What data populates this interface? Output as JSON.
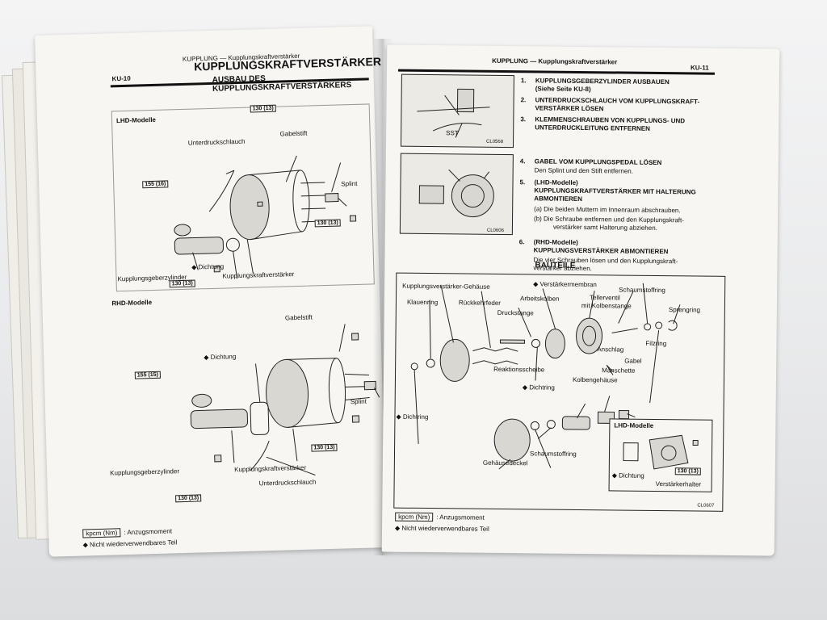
{
  "left_page": {
    "page_number": "KU-10",
    "section": "KUPPLUNG — Kupplungskraftverstärker",
    "title": "KUPPLUNGSKRAFTVERSTÄRKER",
    "subtitle": "AUSBAU DES KUPPLUNGSKRAFTVERSTÄRKERS",
    "lhd_heading": "LHD-Modelle",
    "rhd_heading": "RHD-Modelle",
    "lhd_labels": {
      "unterdruckschlauch": "Unterdruckschlauch",
      "gabelstift": "Gabelstift",
      "splint": "Splint",
      "kupplungskraftverstaerker": "Kupplungskraftverstärker",
      "kupplungsgeberzylinder": "Kupplungsgeberzylinder",
      "dichtung": "◆ Dichtung",
      "torque_130_top": "130 (13)",
      "torque_155": "155 (16)",
      "torque_130_right": "130 (13)",
      "torque_130_bottom": "130 (13)"
    },
    "rhd_labels": {
      "gabelstift": "Gabelstift",
      "dichtung": "◆ Dichtung",
      "splint": "Splint",
      "kupplungsgeberzylinder": "Kupplungsgeberzylinder",
      "kupplungskraftverstaerker": "Kupplungskraftverstärker",
      "unterdruckschlauch": "Unterdruckschlauch",
      "torque_155": "155 (15)",
      "torque_130_right": "130 (13)",
      "torque_130_bottom": "130 (13)"
    },
    "legend_box": "kpcm (Nm)",
    "legend_torque": ": Anzugsmoment",
    "legend_part": "◆  Nicht wiederverwendbares Teil"
  },
  "right_page": {
    "page_number": "KU-11",
    "section": "KUPPLUNG — Kupplungskraftverstärker",
    "sst_label": "SST",
    "code_1": "CL0568",
    "code_2": "CL0606",
    "steps": [
      {
        "num": "1.",
        "title": "KUPPLUNGSGEBERZYLINDER AUSBAUEN",
        "note": "(Siehe Seite KU-8)"
      },
      {
        "num": "2.",
        "title": "UNTERDRUCKSCHLAUCH VOM KUPPLUNGSKRAFT-",
        "title2": "VERSTÄRKER LÖSEN"
      },
      {
        "num": "3.",
        "title": "KLEMMENSCHRAUBEN VON KUPPLUNGS- UND",
        "title2": "UNTERDRUCKLEITUNG ENTFERNEN"
      },
      {
        "num": "4.",
        "title": "GABEL VOM KUPPLUNGSPEDAL LÖSEN",
        "body": "Den Splint und den Stift entfernen."
      },
      {
        "num": "5.",
        "title": "(LHD-Modelle)",
        "title2": "KUPPLUNGSKRAFTVERSTÄRKER MIT HALTERUNG",
        "title3": "ABMONTIEREN",
        "a": "(a)   Die beiden Muttern im Innenraum abschrauben.",
        "b": "(b)   Die Schraube entfernen und den Kupplungskraft-",
        "b2": "verstärker samt Halterung abziehen."
      },
      {
        "num": "6.",
        "title": "(RHD-Modelle)",
        "title2": "KUPPLUNGSVERSTÄRKER ABMONTIEREN",
        "body": "Die vier Schrauben lösen und den Kupplungskraft-",
        "body2": "verstärker abziehen."
      }
    ],
    "bauteile_heading": "BAUTEILE",
    "parts": {
      "gehaeuse": "Kupplungsverstärker-Gehäuse",
      "verstaerkermembran": "◆ Verstärkermembran",
      "schaumstoffring_top": "Schaumstoffring",
      "klauenring": "Klauenring",
      "rueckkehrfeder": "Rückkehrfeder",
      "arbeitskolben": "Arbeitskolben",
      "tellerventil": "Tellerventil",
      "mit_kolbenstange": "mit Kolbenstange",
      "sprengring": "Sprengring",
      "druckstange": "Druckstange",
      "anschlag": "Anschlag",
      "filzring": "Filzring",
      "reaktionsscheibe": "Reaktionsscheibe",
      "gabel": "Gabel",
      "manschette": "Manschette",
      "dichtring_mid": "◆ Dichtring",
      "kolbengehaeuse": "Kolbengehäuse",
      "dichtring_left": "◆ Dichtring",
      "schaumstoffring_bottom": "Schaumstoffring",
      "gehaeusedeckel": "Gehäusedeckel",
      "lhd_box_title": "LHD-Modelle",
      "lhd_dichtung": "◆ Dichtung",
      "lhd_verstaerkerhalter": "Verstärkerhalter",
      "lhd_torque": "130 (13)"
    },
    "code_3": "CL0607",
    "legend_box": "kpcm (Nm)",
    "legend_torque": ": Anzugsmoment",
    "legend_part": "◆  Nicht wiederverwendbares Teil"
  }
}
